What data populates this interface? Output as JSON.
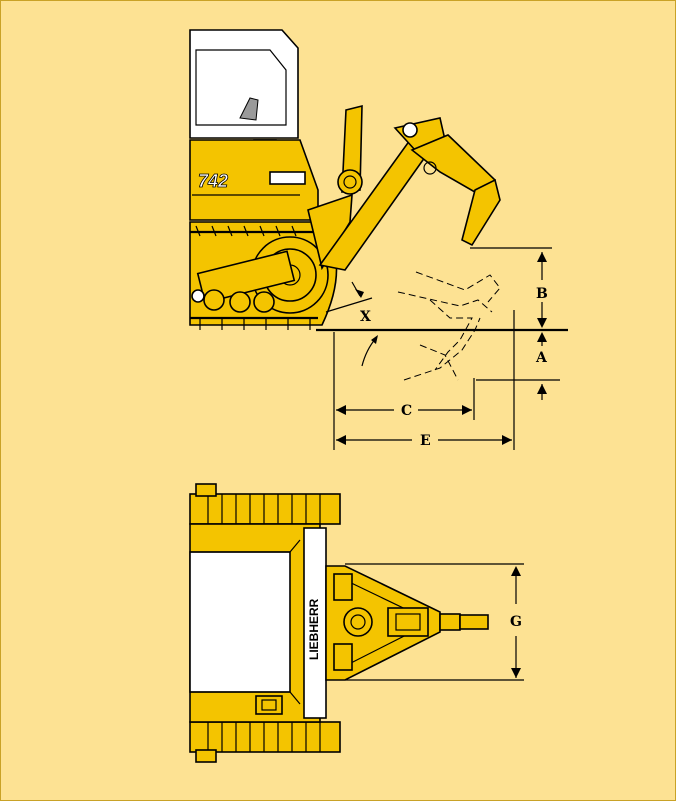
{
  "colors": {
    "background": "#fde293",
    "machine_yellow": "#f4c400",
    "outline": "#000000",
    "cab_white": "#ffffff"
  },
  "side_view": {
    "model_number": "742",
    "dimension_labels": {
      "a": "A",
      "b": "B",
      "c": "C",
      "e": "E",
      "x": "X"
    }
  },
  "top_view": {
    "brand_text": "LIEBHERR",
    "dimension_labels": {
      "g": "G"
    }
  }
}
